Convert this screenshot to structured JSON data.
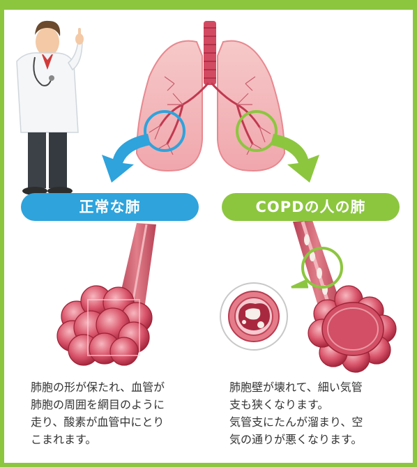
{
  "theme": {
    "accent_green": "#8cc63f",
    "accent_blue": "#2ea3dc",
    "tissue_pink": "#f4b8b8",
    "tissue_red": "#c8465a"
  },
  "labels": {
    "normal_lung": "正常な肺",
    "copd_lung": "COPDの人の肺"
  },
  "descriptions": {
    "normal": [
      "肺胞の形が保たれ、血管が",
      "肺胞の周囲を網目のように",
      "走り、酸素が血管中にとり",
      "こまれます。"
    ],
    "copd": [
      "肺胞壁が壊れて、細い気管",
      "支も狭くなります。",
      "気管支にたんが溜まり、空",
      "気の通りが悪くなります。"
    ]
  },
  "icons": [
    "doctor-illustration",
    "lungs-illustration",
    "normal-alveoli-illustration",
    "copd-alveoli-illustration",
    "bronchus-cross-section-illustration"
  ]
}
